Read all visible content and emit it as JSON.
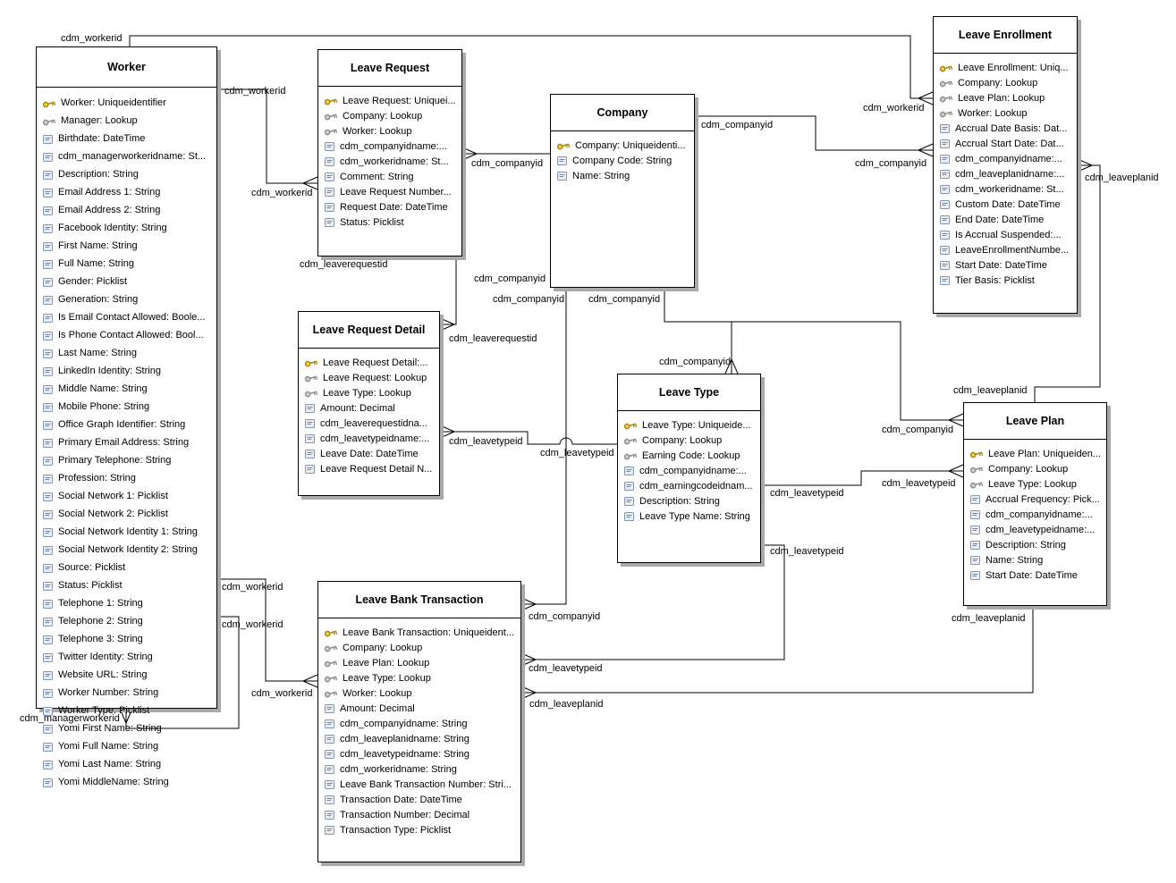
{
  "diagram": {
    "entities": [
      {
        "title": "Worker",
        "fields": [
          {
            "icon": "key-gold",
            "label": "Worker: Uniqueidentifier"
          },
          {
            "icon": "key-gray",
            "label": "Manager: Lookup"
          },
          {
            "icon": "attr",
            "label": "Birthdate: DateTime"
          },
          {
            "icon": "attr",
            "label": "cdm_managerworkeridname: St..."
          },
          {
            "icon": "attr",
            "label": "Description: String"
          },
          {
            "icon": "attr",
            "label": "Email Address 1: String"
          },
          {
            "icon": "attr",
            "label": "Email Address 2: String"
          },
          {
            "icon": "attr",
            "label": "Facebook Identity: String"
          },
          {
            "icon": "attr",
            "label": "First Name: String"
          },
          {
            "icon": "attr",
            "label": "Full Name: String"
          },
          {
            "icon": "attr",
            "label": "Gender: Picklist"
          },
          {
            "icon": "attr",
            "label": "Generation: String"
          },
          {
            "icon": "attr",
            "label": "Is Email Contact Allowed: Boole..."
          },
          {
            "icon": "attr",
            "label": "Is Phone Contact Allowed: Bool..."
          },
          {
            "icon": "attr",
            "label": "Last Name: String"
          },
          {
            "icon": "attr",
            "label": "LinkedIn Identity: String"
          },
          {
            "icon": "attr",
            "label": "Middle Name: String"
          },
          {
            "icon": "attr",
            "label": "Mobile Phone: String"
          },
          {
            "icon": "attr",
            "label": "Office Graph Identifier: String"
          },
          {
            "icon": "attr",
            "label": "Primary Email Address: String"
          },
          {
            "icon": "attr",
            "label": "Primary Telephone: String"
          },
          {
            "icon": "attr",
            "label": "Profession: String"
          },
          {
            "icon": "attr",
            "label": "Social Network 1: Picklist"
          },
          {
            "icon": "attr",
            "label": "Social Network 2: Picklist"
          },
          {
            "icon": "attr",
            "label": "Social Network Identity 1: String"
          },
          {
            "icon": "attr",
            "label": "Social Network Identity 2: String"
          },
          {
            "icon": "attr",
            "label": "Source: Picklist"
          },
          {
            "icon": "attr",
            "label": "Status: Picklist"
          },
          {
            "icon": "attr",
            "label": "Telephone 1: String"
          },
          {
            "icon": "attr",
            "label": "Telephone 2: String"
          },
          {
            "icon": "attr",
            "label": "Telephone 3: String"
          },
          {
            "icon": "attr",
            "label": "Twitter Identity: String"
          },
          {
            "icon": "attr",
            "label": "Website URL: String"
          },
          {
            "icon": "attr",
            "label": "Worker Number: String"
          },
          {
            "icon": "attr",
            "label": "Worker Type: Picklist"
          },
          {
            "icon": "attr",
            "label": "Yomi First Name: String"
          },
          {
            "icon": "attr",
            "label": "Yomi Full Name: String"
          },
          {
            "icon": "attr",
            "label": "Yomi Last Name: String"
          },
          {
            "icon": "attr",
            "label": "Yomi MiddleName: String"
          }
        ]
      },
      {
        "title": "Leave Request",
        "fields": [
          {
            "icon": "key-gold",
            "label": "Leave Request: Uniquei..."
          },
          {
            "icon": "key-gray",
            "label": "Company: Lookup"
          },
          {
            "icon": "key-gray",
            "label": "Worker: Lookup"
          },
          {
            "icon": "attr",
            "label": "cdm_companyidname:..."
          },
          {
            "icon": "attr",
            "label": "cdm_workeridname: St..."
          },
          {
            "icon": "attr",
            "label": "Comment: String"
          },
          {
            "icon": "attr",
            "label": "Leave Request Number..."
          },
          {
            "icon": "attr",
            "label": "Request Date: DateTime"
          },
          {
            "icon": "attr",
            "label": "Status: Picklist"
          }
        ]
      },
      {
        "title": "Company",
        "fields": [
          {
            "icon": "key-gold",
            "label": "Company: Uniqueidenti..."
          },
          {
            "icon": "attr",
            "label": "Company Code: String"
          },
          {
            "icon": "attr",
            "label": "Name: String"
          }
        ]
      },
      {
        "title": "Leave Enrollment",
        "fields": [
          {
            "icon": "key-gold",
            "label": "Leave Enrollment: Uniq..."
          },
          {
            "icon": "key-gray",
            "label": "Company: Lookup"
          },
          {
            "icon": "key-gray",
            "label": "Leave Plan: Lookup"
          },
          {
            "icon": "key-gray",
            "label": "Worker: Lookup"
          },
          {
            "icon": "attr",
            "label": "Accrual Date Basis: Dat..."
          },
          {
            "icon": "attr",
            "label": "Accrual Start Date: Dat..."
          },
          {
            "icon": "attr",
            "label": "cdm_companyidname:..."
          },
          {
            "icon": "attr",
            "label": "cdm_leaveplanidname:..."
          },
          {
            "icon": "attr",
            "label": "cdm_workeridname: St..."
          },
          {
            "icon": "attr",
            "label": "Custom Date: DateTime"
          },
          {
            "icon": "attr",
            "label": "End Date: DateTime"
          },
          {
            "icon": "attr",
            "label": "Is Accrual Suspended:..."
          },
          {
            "icon": "attr",
            "label": "LeaveEnrollmentNumbe..."
          },
          {
            "icon": "attr",
            "label": "Start Date: DateTime"
          },
          {
            "icon": "attr",
            "label": "Tier Basis: Picklist"
          }
        ]
      },
      {
        "title": "Leave Request Detail",
        "fields": [
          {
            "icon": "key-gold",
            "label": "Leave Request Detail:..."
          },
          {
            "icon": "key-gray",
            "label": "Leave Request: Lookup"
          },
          {
            "icon": "key-gray",
            "label": "Leave Type: Lookup"
          },
          {
            "icon": "attr",
            "label": "Amount: Decimal"
          },
          {
            "icon": "attr",
            "label": "cdm_leaverequestidna..."
          },
          {
            "icon": "attr",
            "label": "cdm_leavetypeidname:..."
          },
          {
            "icon": "attr",
            "label": "Leave Date: DateTime"
          },
          {
            "icon": "attr",
            "label": "Leave Request Detail N..."
          }
        ]
      },
      {
        "title": "Leave Type",
        "fields": [
          {
            "icon": "key-gold",
            "label": "Leave Type: Uniqueide..."
          },
          {
            "icon": "key-gray",
            "label": "Company: Lookup"
          },
          {
            "icon": "key-gray",
            "label": "Earning Code: Lookup"
          },
          {
            "icon": "attr",
            "label": "cdm_companyidname:..."
          },
          {
            "icon": "attr",
            "label": "cdm_earningcodeidnam..."
          },
          {
            "icon": "attr",
            "label": "Description: String"
          },
          {
            "icon": "attr",
            "label": "Leave Type Name: String"
          }
        ]
      },
      {
        "title": "Leave Plan",
        "fields": [
          {
            "icon": "key-gold",
            "label": "Leave Plan: Uniqueiden..."
          },
          {
            "icon": "key-gray",
            "label": "Company: Lookup"
          },
          {
            "icon": "key-gray",
            "label": "Leave Type: Lookup"
          },
          {
            "icon": "attr",
            "label": "Accrual Frequency: Pick..."
          },
          {
            "icon": "attr",
            "label": "cdm_companyidname:..."
          },
          {
            "icon": "attr",
            "label": "cdm_leavetypeidname:..."
          },
          {
            "icon": "attr",
            "label": "Description: String"
          },
          {
            "icon": "attr",
            "label": "Name: String"
          },
          {
            "icon": "attr",
            "label": "Start Date: DateTime"
          }
        ]
      },
      {
        "title": "Leave Bank Transaction",
        "fields": [
          {
            "icon": "key-gold",
            "label": "Leave Bank Transaction: Uniqueident..."
          },
          {
            "icon": "key-gray",
            "label": "Company: Lookup"
          },
          {
            "icon": "key-gray",
            "label": "Leave Plan: Lookup"
          },
          {
            "icon": "key-gray",
            "label": "Leave Type: Lookup"
          },
          {
            "icon": "key-gray",
            "label": "Worker: Lookup"
          },
          {
            "icon": "attr",
            "label": "Amount: Decimal"
          },
          {
            "icon": "attr",
            "label": "cdm_companyidname: String"
          },
          {
            "icon": "attr",
            "label": "cdm_leaveplanidname: String"
          },
          {
            "icon": "attr",
            "label": "cdm_leavetypeidname: String"
          },
          {
            "icon": "attr",
            "label": "cdm_workeridname: String"
          },
          {
            "icon": "attr",
            "label": "Leave Bank Transaction Number: Stri..."
          },
          {
            "icon": "attr",
            "label": "Transaction Date: DateTime"
          },
          {
            "icon": "attr",
            "label": "Transaction Number: Decimal"
          },
          {
            "icon": "attr",
            "label": "Transaction Type: Picklist"
          }
        ]
      }
    ],
    "labels": [
      {
        "text": "cdm_workerid"
      },
      {
        "text": "cdm_workerid"
      },
      {
        "text": "cdm_workerid"
      },
      {
        "text": "cdm_companyid"
      },
      {
        "text": "cdm_companyid"
      },
      {
        "text": "cdm_workerid"
      },
      {
        "text": "cdm_companyid"
      },
      {
        "text": "cdm_leaveplanid"
      },
      {
        "text": "cdm_leaverequestid"
      },
      {
        "text": "cdm_companyid"
      },
      {
        "text": "cdm_companyid"
      },
      {
        "text": "cdm_companyid"
      },
      {
        "text": "cdm_leaverequestid"
      },
      {
        "text": "cdm_companyid"
      },
      {
        "text": "cdm_leaveplanid"
      },
      {
        "text": "cdm_companyid"
      },
      {
        "text": "cdm_leavetypeid"
      },
      {
        "text": "cdm_leavetypeid"
      },
      {
        "text": "cdm_leavetypeid"
      },
      {
        "text": "cdm_leavetypeid"
      },
      {
        "text": "cdm_leavetypeid"
      },
      {
        "text": "cdm_workerid"
      },
      {
        "text": "cdm_workerid"
      },
      {
        "text": "cdm_companyid"
      },
      {
        "text": "cdm_leavetypeid"
      },
      {
        "text": "cdm_workerid"
      },
      {
        "text": "cdm_leaveplanid"
      },
      {
        "text": "cdm_leaveplanid"
      },
      {
        "text": "cdm_managerworkerid"
      }
    ]
  }
}
